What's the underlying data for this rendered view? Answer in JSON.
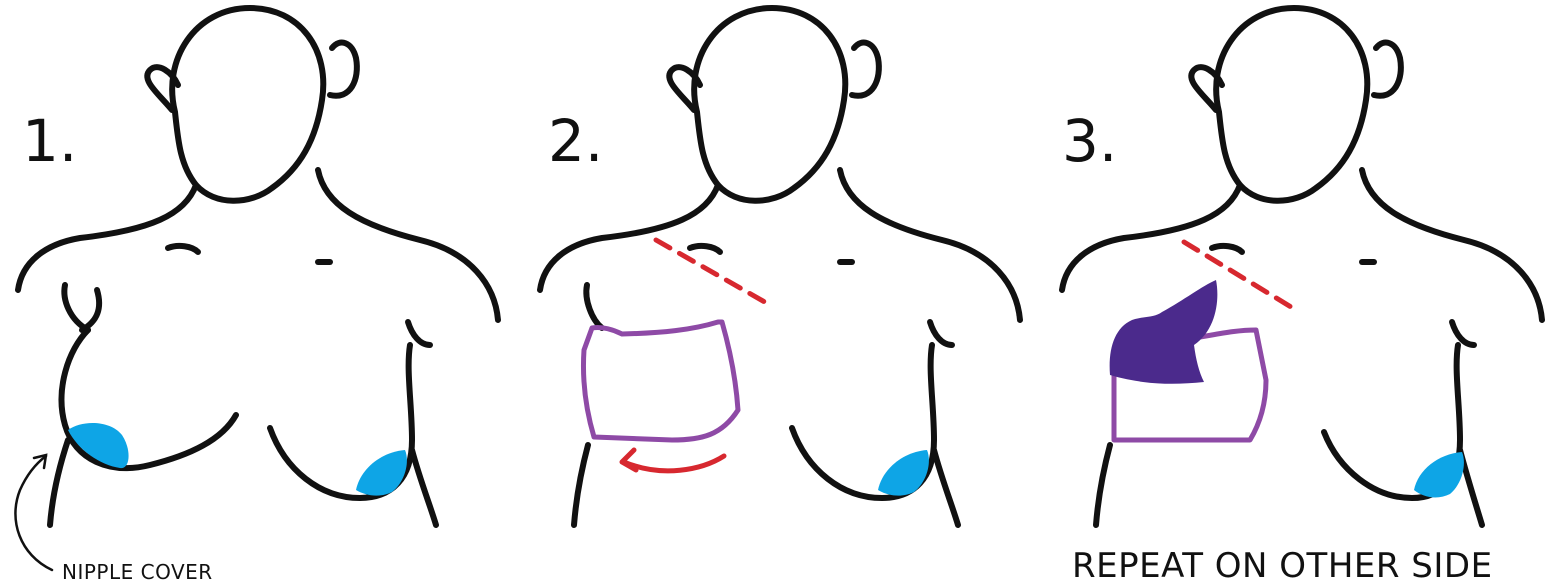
{
  "steps": [
    {
      "number": "1.",
      "caption": "NIPPLE COVER"
    },
    {
      "number": "2.",
      "caption": ""
    },
    {
      "number": "3.",
      "caption": "REPEAT ON OTHER SIDE"
    }
  ],
  "colors": {
    "outline": "#111111",
    "nipple_cover": "#0ea5e6",
    "tape_outline": "#8e4aa6",
    "tape_fill": "#4b2a8c",
    "guide_dash": "#d7282f",
    "arrow": "#d7282f"
  },
  "icons": [
    "curved-arrow-icon",
    "dashed-guide-line",
    "red-arrow-icon"
  ]
}
